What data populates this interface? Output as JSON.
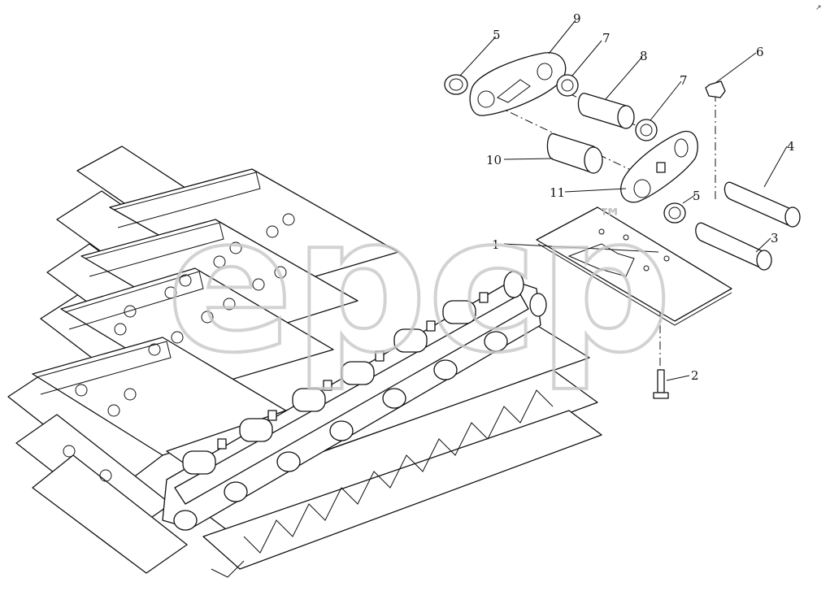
{
  "watermark": {
    "text": "epcp",
    "tm": "™"
  },
  "corner_mark": "↗",
  "callouts": [
    {
      "id": "c1",
      "label": "1"
    },
    {
      "id": "c2",
      "label": "2"
    },
    {
      "id": "c3",
      "label": "3"
    },
    {
      "id": "c4",
      "label": "4"
    },
    {
      "id": "c5a",
      "label": "5"
    },
    {
      "id": "c5b",
      "label": "5"
    },
    {
      "id": "c6",
      "label": "6"
    },
    {
      "id": "c7a",
      "label": "7"
    },
    {
      "id": "c7b",
      "label": "7"
    },
    {
      "id": "c8",
      "label": "8"
    },
    {
      "id": "c9",
      "label": "9"
    },
    {
      "id": "c10",
      "label": "10"
    },
    {
      "id": "c11",
      "label": "11"
    }
  ]
}
